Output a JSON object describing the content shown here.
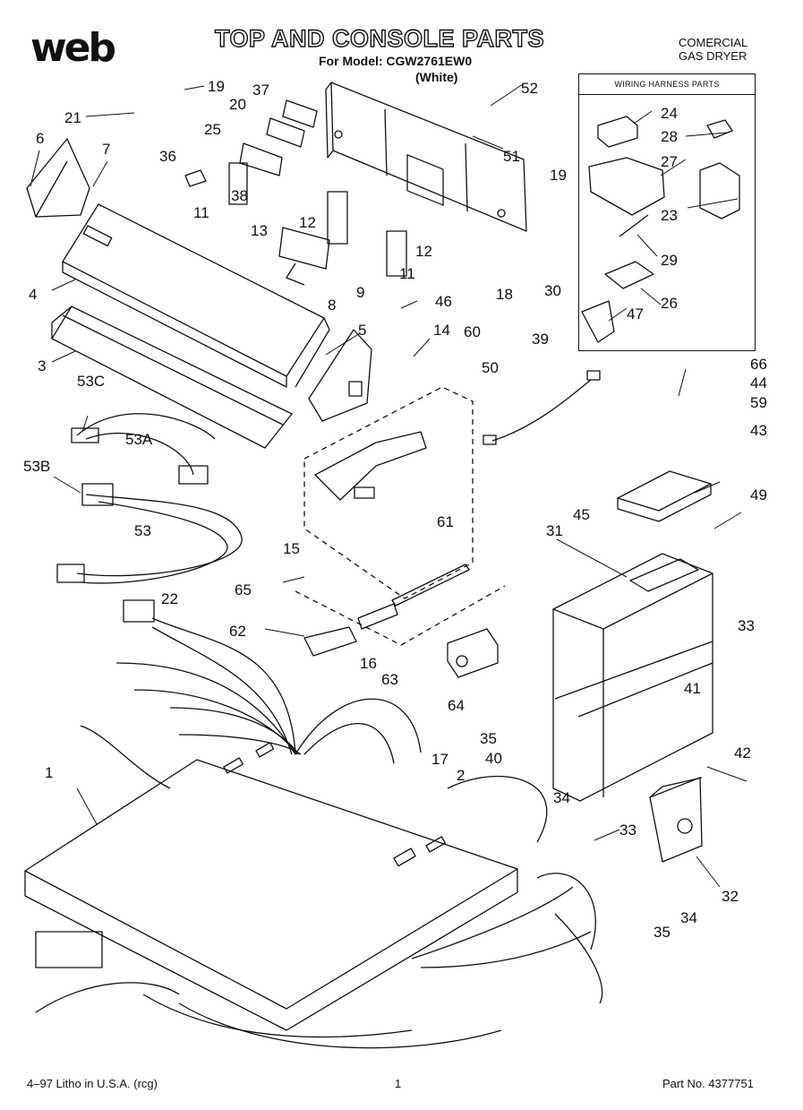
{
  "header": {
    "logo": "web",
    "title": "TOP AND CONSOLE PARTS",
    "model_line": "For Model: CGW2761EW0",
    "color_line": "(White)",
    "category_line1": "COMERCIAL",
    "category_line2": "GAS DRYER"
  },
  "harness_box": {
    "title": "WIRING HARNESS PARTS"
  },
  "part_labels": [
    "19",
    "21",
    "20",
    "37",
    "6",
    "7",
    "25",
    "36",
    "38",
    "11",
    "13",
    "12",
    "52",
    "51",
    "19",
    "12",
    "11",
    "9",
    "8",
    "18",
    "30",
    "4",
    "46",
    "5",
    "3",
    "14",
    "60",
    "39",
    "50",
    "53C",
    "53A",
    "53B",
    "53",
    "15",
    "61",
    "65",
    "22",
    "62",
    "16",
    "63",
    "64",
    "1",
    "17",
    "2",
    "45",
    "31",
    "66",
    "44",
    "59",
    "43",
    "49",
    "33",
    "41",
    "35",
    "40",
    "34",
    "42",
    "33",
    "32",
    "34",
    "35",
    "24",
    "28",
    "27",
    "23",
    "29",
    "26",
    "47"
  ],
  "footer": {
    "left": "4–97 Litho in U.S.A. (rcg)",
    "center": "1",
    "right": "Part No. 4377751"
  }
}
